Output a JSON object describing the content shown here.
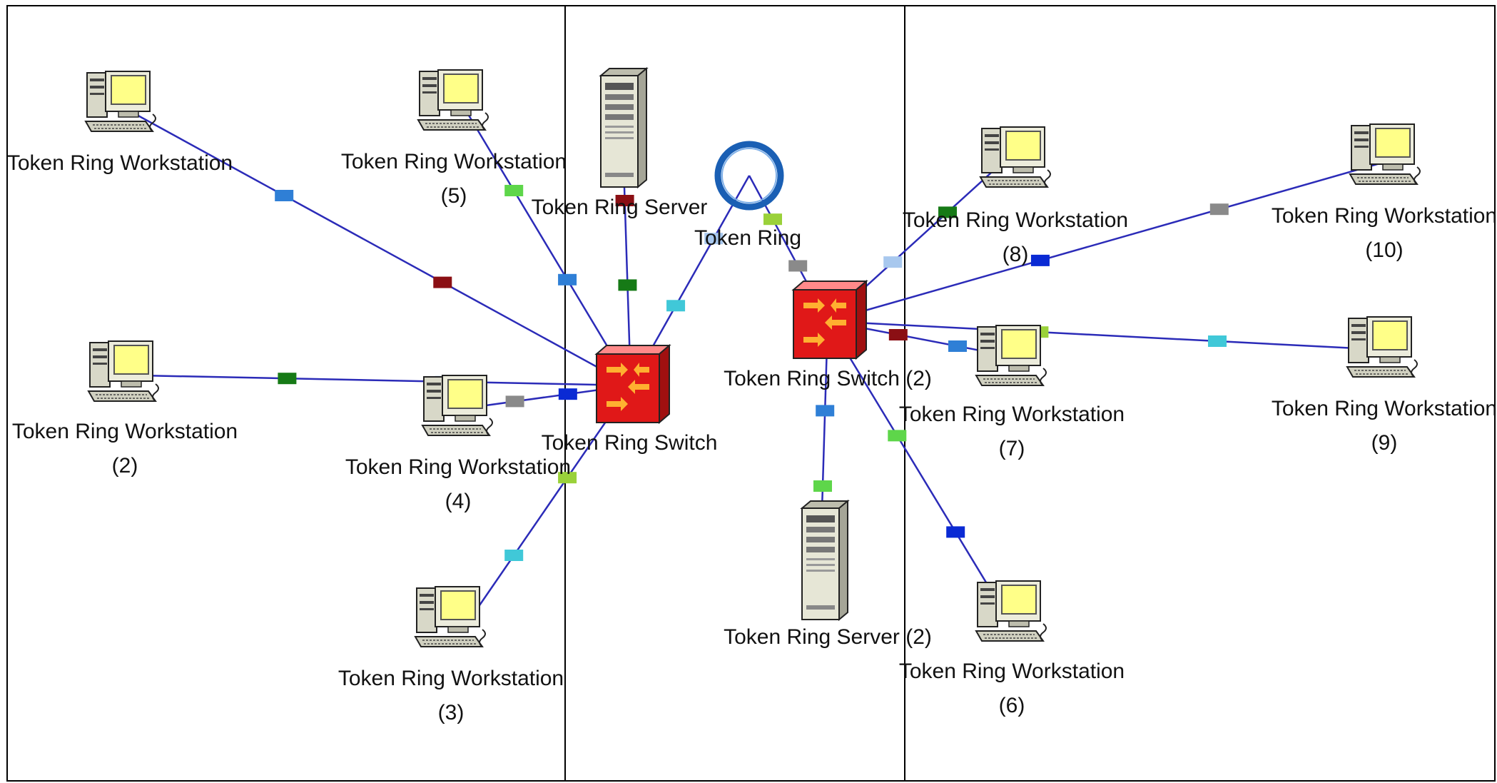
{
  "colors": {
    "link": "#2b2bb8",
    "frame": "#000000",
    "switch_red": "#e01818",
    "monitor_screen": "#ffff88",
    "ring_blue": "#1a5fb4"
  },
  "nodes": {
    "ws1": {
      "name": "Token Ring Workstation",
      "suffix": ""
    },
    "ws2": {
      "name": "Token Ring Workstation",
      "suffix": "(2)"
    },
    "ws3": {
      "name": "Token Ring Workstation",
      "suffix": "(3)"
    },
    "ws4": {
      "name": "Token Ring Workstation",
      "suffix": "(4)"
    },
    "ws5": {
      "name": "Token Ring Workstation",
      "suffix": "(5)"
    },
    "ws6": {
      "name": "Token Ring Workstation",
      "suffix": "(6)"
    },
    "ws7": {
      "name": "Token Ring Workstation",
      "suffix": "(7)"
    },
    "ws8": {
      "name": "Token Ring Workstation",
      "suffix": "(8)"
    },
    "ws9": {
      "name": "Token Ring Workstation",
      "suffix": "(9)"
    },
    "ws10": {
      "name": "Token Ring Workstation",
      "suffix": "(10)"
    },
    "server1": {
      "name": "Token Ring Server"
    },
    "server2": {
      "name": "Token Ring Server (2)"
    },
    "ring": {
      "name": "Token Ring"
    },
    "switch1": {
      "name": "Token Ring Switch"
    },
    "switch2": {
      "name": "Token Ring Switch (2)"
    }
  },
  "links": [
    [
      "ws1",
      "switch1"
    ],
    [
      "ws2",
      "switch1"
    ],
    [
      "ws3",
      "switch1"
    ],
    [
      "ws4",
      "switch1"
    ],
    [
      "ws5",
      "switch1"
    ],
    [
      "server1",
      "switch1"
    ],
    [
      "ring",
      "switch1"
    ],
    [
      "ring",
      "switch2"
    ],
    [
      "ws6",
      "switch2"
    ],
    [
      "ws7",
      "switch2"
    ],
    [
      "ws8",
      "switch2"
    ],
    [
      "ws9",
      "switch2"
    ],
    [
      "ws10",
      "switch2"
    ],
    [
      "server2",
      "switch2"
    ]
  ],
  "packet_colors": [
    "#2f7fd6",
    "#8b0f14",
    "#167a16",
    "#a8c8ee",
    "#40c8d8",
    "#9ad13a",
    "#8a8a8a",
    "#0a2ad4",
    "#5ed64a"
  ]
}
